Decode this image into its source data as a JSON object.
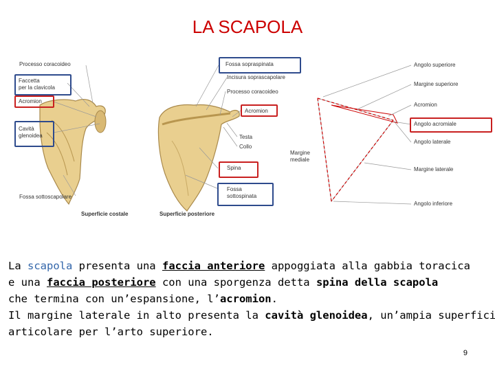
{
  "title": "LA SCAPOLA",
  "figure": {
    "labels": {
      "processo_coracoideo_1": "Processo coracoideo",
      "faccetta_l1": "Faccetta",
      "faccetta_l2": "per la clavicola",
      "acromion_1": "Acromion",
      "cavita_l1": "Cavità",
      "cavita_l2": "glenoidea",
      "fossa_sottoscapolare": "Fossa sottoscapolare",
      "superficie_costale": "Superficie costale",
      "fossa_sopraspinata": "Fossa sopraspinata",
      "incisura": "Incisura soprascapolare",
      "processo_coracoideo_2": "Processo coracoideo",
      "acromion_2": "Acromion",
      "testa": "Testa",
      "collo": "Collo",
      "spina": "Spina",
      "fossa_sottospinata_l1": "Fossa",
      "fossa_sottospinata_l2": "sottospinata",
      "superficie_posteriore": "Superficie posteriore",
      "margine_mediale_l1": "Margine",
      "margine_mediale_l2": "mediale",
      "angolo_superiore": "Angolo superiore",
      "margine_superiore": "Margine superiore",
      "acromion_3": "Acromion",
      "angolo_acromiale": "Angolo acromiale",
      "angolo_laterale": "Angolo laterale",
      "margine_laterale": "Margine laterale",
      "angolo_inferiore": "Angolo inferiore"
    }
  },
  "text": {
    "l1_a": "La ",
    "l1_scapola": "scapola",
    "l1_b": " presenta una ",
    "l1_faccia_ant": "faccia anteriore",
    "l1_c": " appoggiata alla gabbia toracica",
    "l2_a": "e una ",
    "l2_faccia_post": "faccia posteriore",
    "l2_b": " con una sporgenza detta ",
    "l2_spina": "spina della scapola",
    "l3_a": "che termina con un’espansione, l’",
    "l3_acromion": "acromion",
    "l3_b": ".",
    "l4_a": "Il margine laterale in alto presenta la ",
    "l4_cavita": "cavità glenoidea",
    "l4_b": ", un’ampia superficie",
    "l5": "articolare per l’arto superiore."
  },
  "page_number": "9",
  "colors": {
    "title": "#cc0000",
    "red_box": "#c81e1e",
    "blue_box": "#2d4a8c",
    "bone": "#e9cf8f",
    "bone_shadow": "#b8964f"
  }
}
